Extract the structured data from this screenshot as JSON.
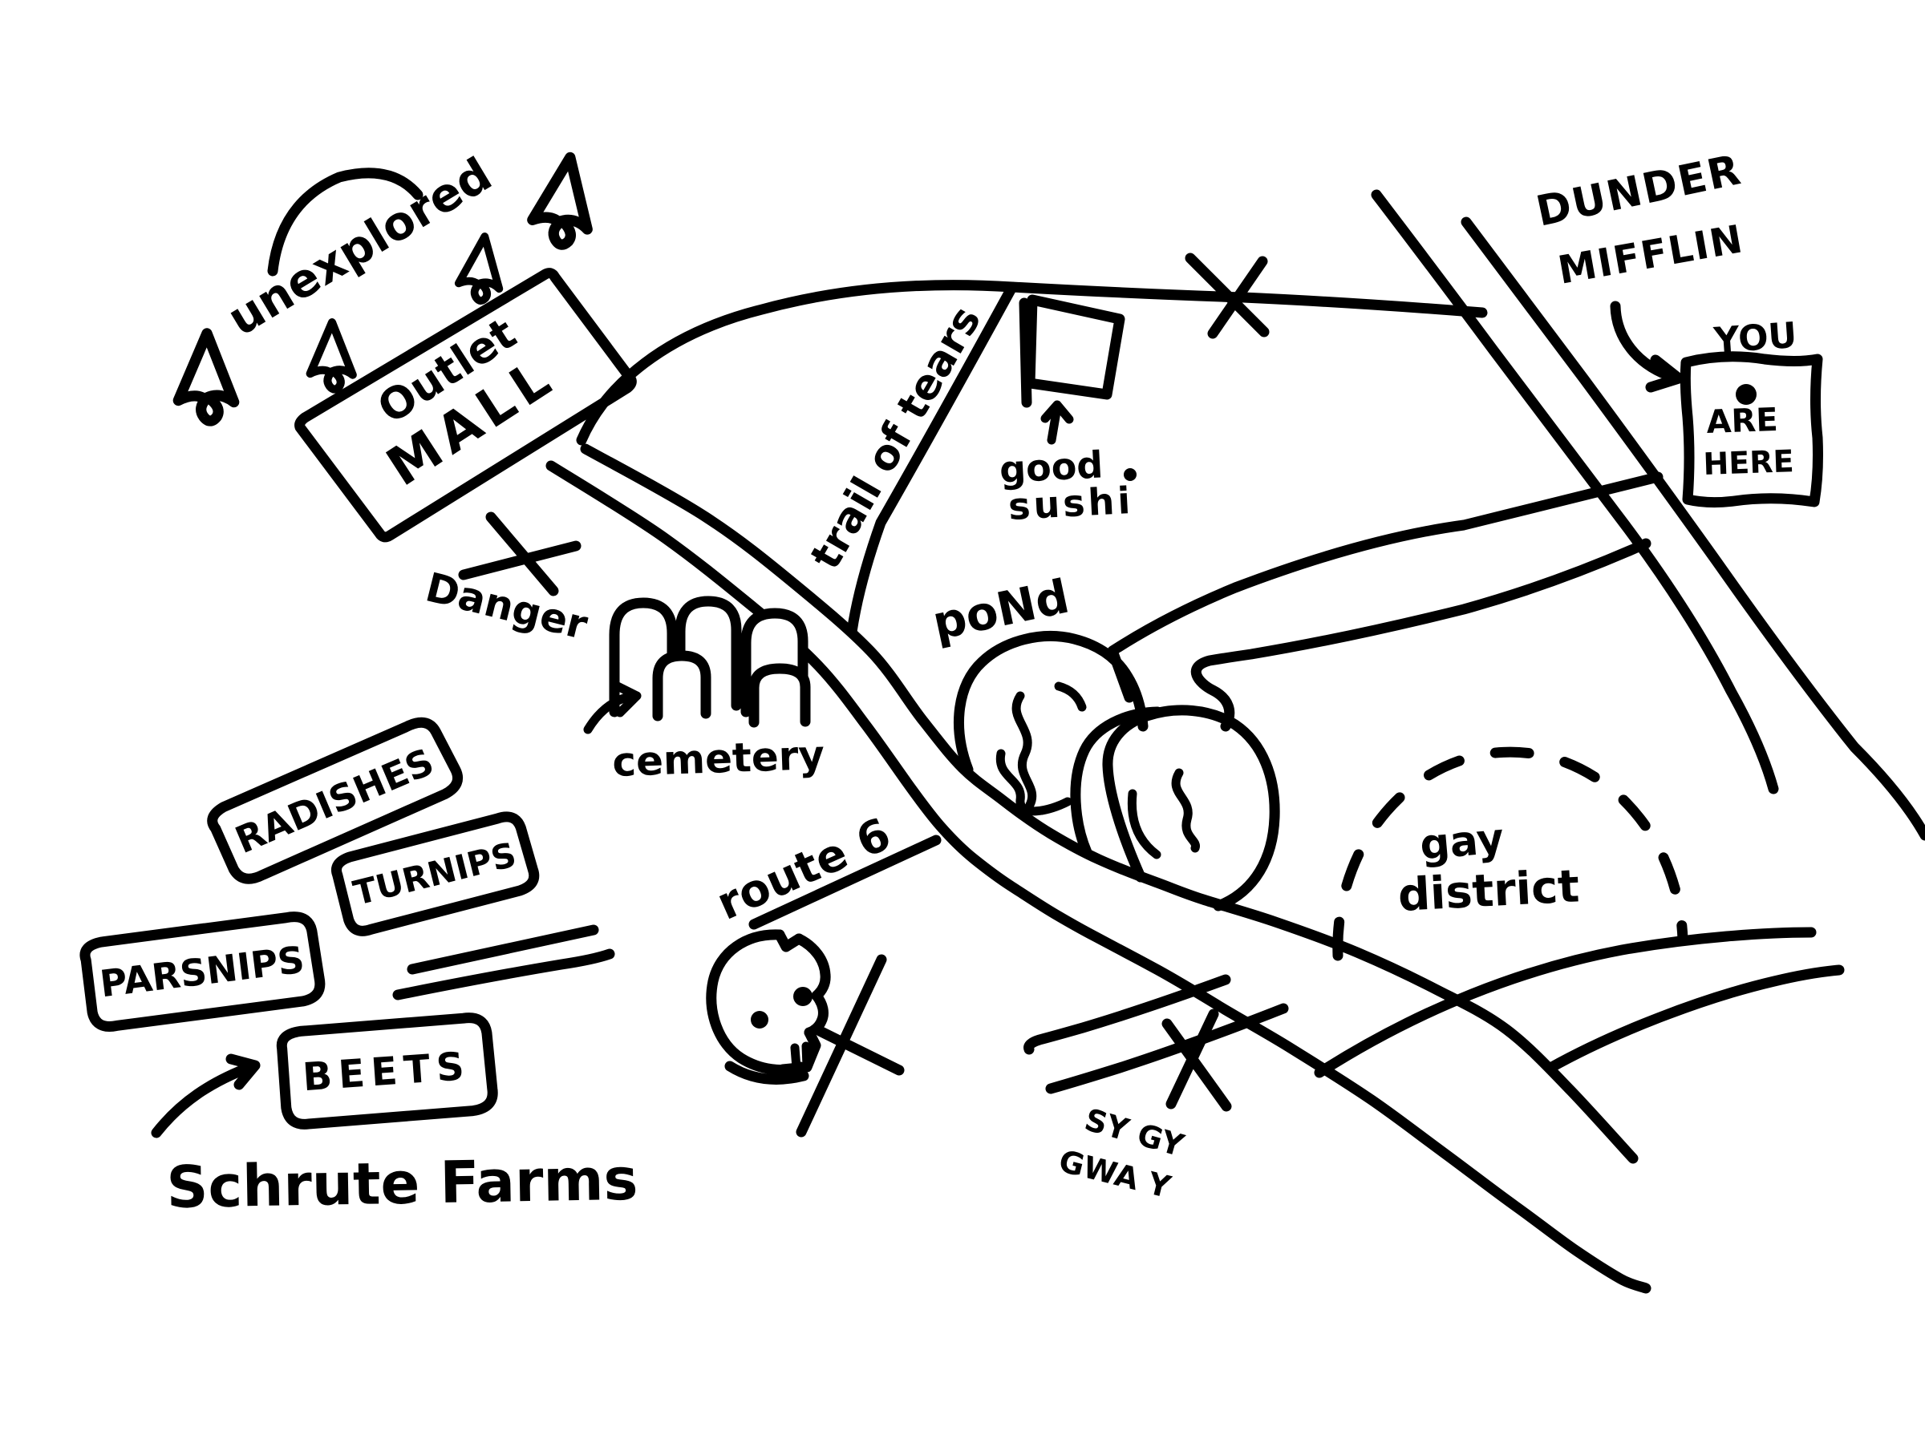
{
  "map": {
    "type": "hand-drawn-sketch-map",
    "colors": {
      "background": "#ffffff",
      "ink": "#000000"
    },
    "labels": {
      "unexplored": "unexplored",
      "outlet_mall": {
        "line1": "Outlet",
        "line2": "MALL"
      },
      "danger": "Danger",
      "cemetery": "cemetery",
      "trail_of_tears": "trail of tears",
      "good_sushi": {
        "line1": "good",
        "line2": "sushi"
      },
      "pond": "poNd",
      "dunder_mifflin": {
        "line1": "DUNDER",
        "line2": "MIFFLIN"
      },
      "you_are_here": {
        "line1": "YOU",
        "line2": "ARE",
        "line3": "HERE"
      },
      "gay_district": {
        "line1": "gay",
        "line2": "district"
      },
      "route_6": "route 6",
      "sygyway": {
        "line1": "SY GY",
        "line2": "GWA Y"
      },
      "farm_plots": [
        "RADISHES",
        "TURNIPS",
        "PARSNIPS",
        "BEETS"
      ],
      "farm_title": "Schrute Farms"
    },
    "markers": {
      "x_marks": [
        "danger crossing",
        "north road crossing",
        "skull crossing",
        "sygyway crossing"
      ],
      "icons": [
        "pine trees",
        "tombstones",
        "skull",
        "flag",
        "you-are-here sign"
      ]
    }
  }
}
